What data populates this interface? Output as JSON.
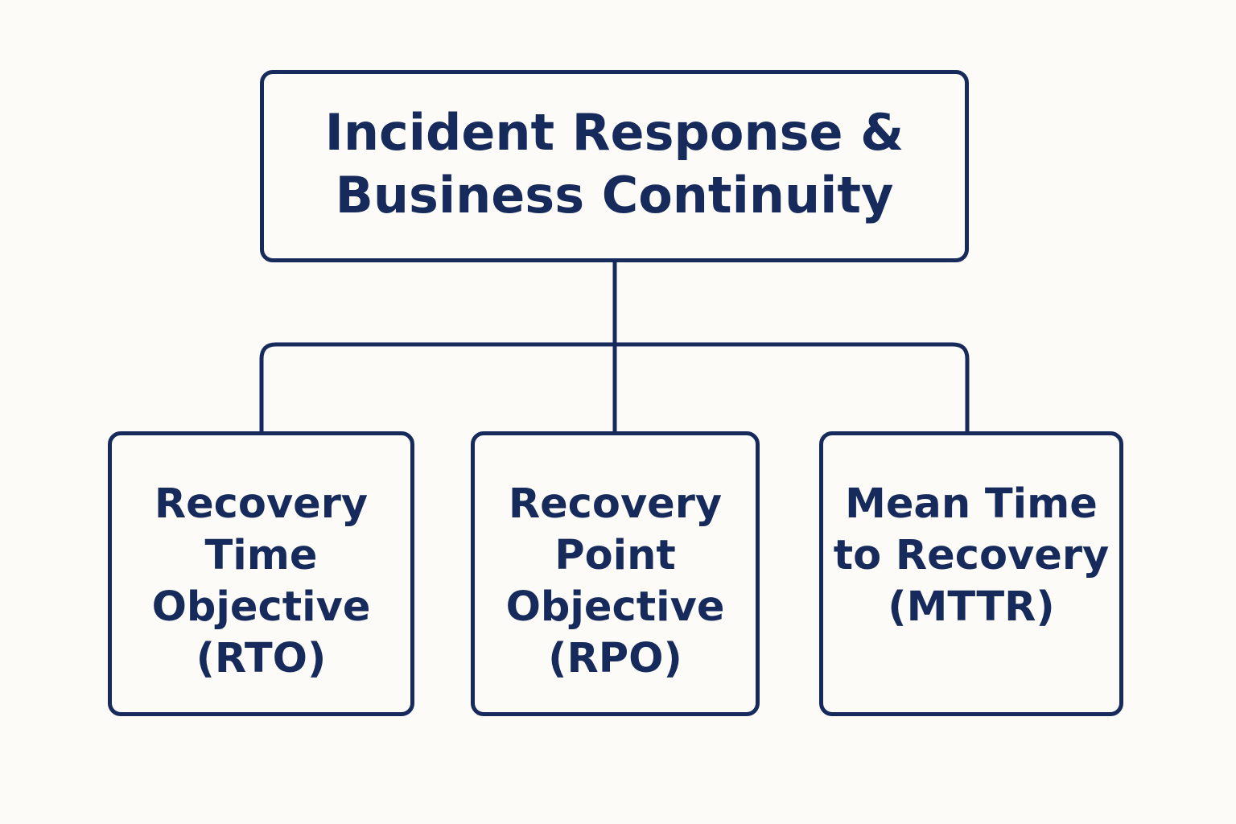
{
  "colors": {
    "background": "#fcfbf7",
    "ink": "#162a5c"
  },
  "root": {
    "line1": "Incident Response &",
    "line2": "Business Continuity"
  },
  "children": [
    {
      "line1": "Recovery",
      "line2": "Time",
      "line3": "Objective",
      "line4": "(RTO)"
    },
    {
      "line1": "Recovery",
      "line2": "Point",
      "line3": "Objective",
      "line4": "(RPO)"
    },
    {
      "line1": "Mean Time",
      "line2": "to Recovery",
      "line3": "(MTTR)"
    }
  ]
}
